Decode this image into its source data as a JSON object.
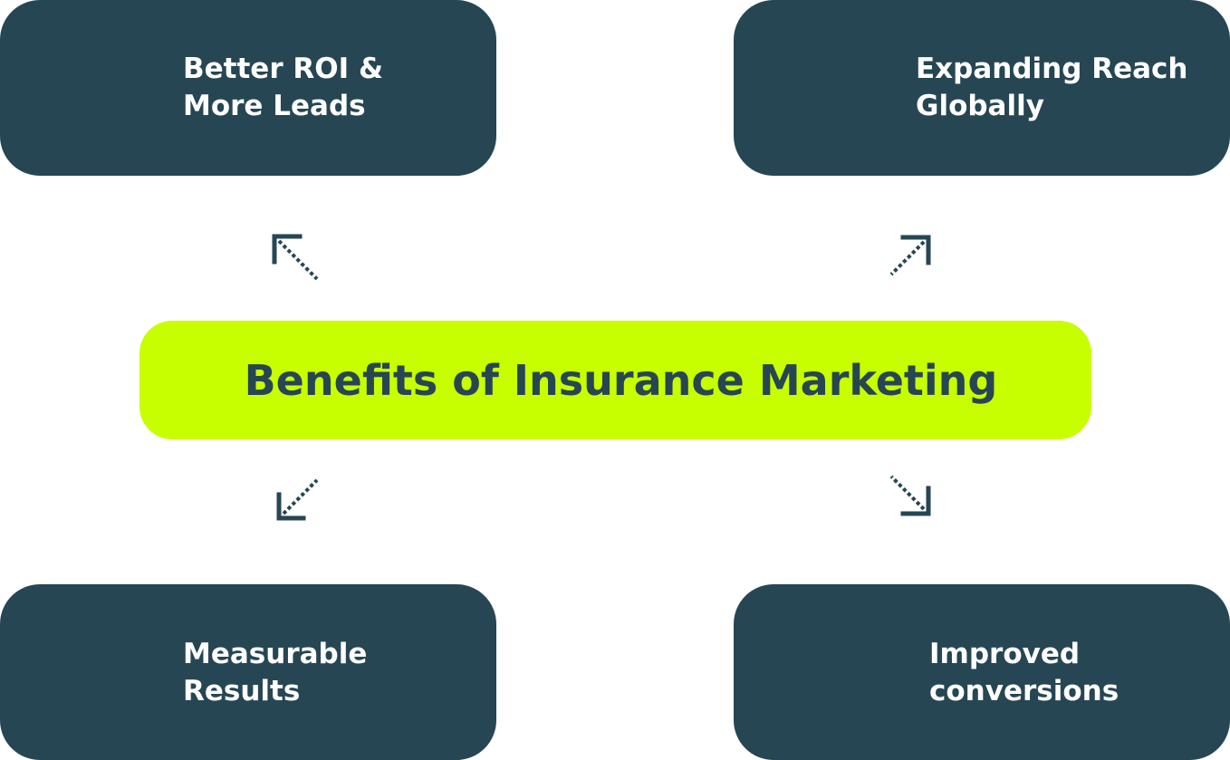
{
  "title": "Benefits of Insurance Marketing",
  "benefits": {
    "top_left": "Better ROI &\nMore Leads",
    "top_right": "Expanding Reach\nGlobally",
    "bottom_left": "Measurable\nResults",
    "bottom_right": "Improved\nconversions"
  },
  "arrows": {
    "top_left": "arrow-up-left-icon",
    "top_right": "arrow-up-right-icon",
    "bottom_left": "arrow-down-left-icon",
    "bottom_right": "arrow-down-right-icon"
  },
  "colors": {
    "card": "#264653",
    "center": "#c8ff00",
    "card_text": "#ffffff",
    "center_text": "#264653",
    "arrow": "#264653"
  }
}
